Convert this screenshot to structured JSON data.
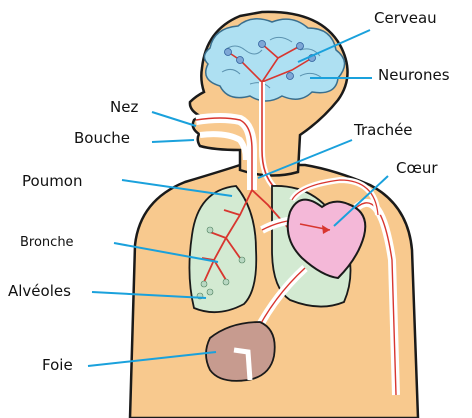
{
  "diagram": {
    "labels": {
      "cerveau": "Cerveau",
      "neurones": "Neurones",
      "nez": "Nez",
      "bouche": "Bouche",
      "trachee": "Trachée",
      "poumon": "Poumon",
      "coeur": "Cœur",
      "bronche": "Bronche",
      "alveoles": "Alvéoles",
      "foie": "Foie"
    },
    "colors": {
      "skin": "#f8c98e",
      "outline": "#1a1a1a",
      "leader": "#1aa1dc",
      "brain": "#aee0f2",
      "lungs": "#d3ead2",
      "heart": "#f4b8d8",
      "liver": "#c79b8f",
      "nerve": "#d8362f",
      "vessel": "#ffffff"
    }
  }
}
